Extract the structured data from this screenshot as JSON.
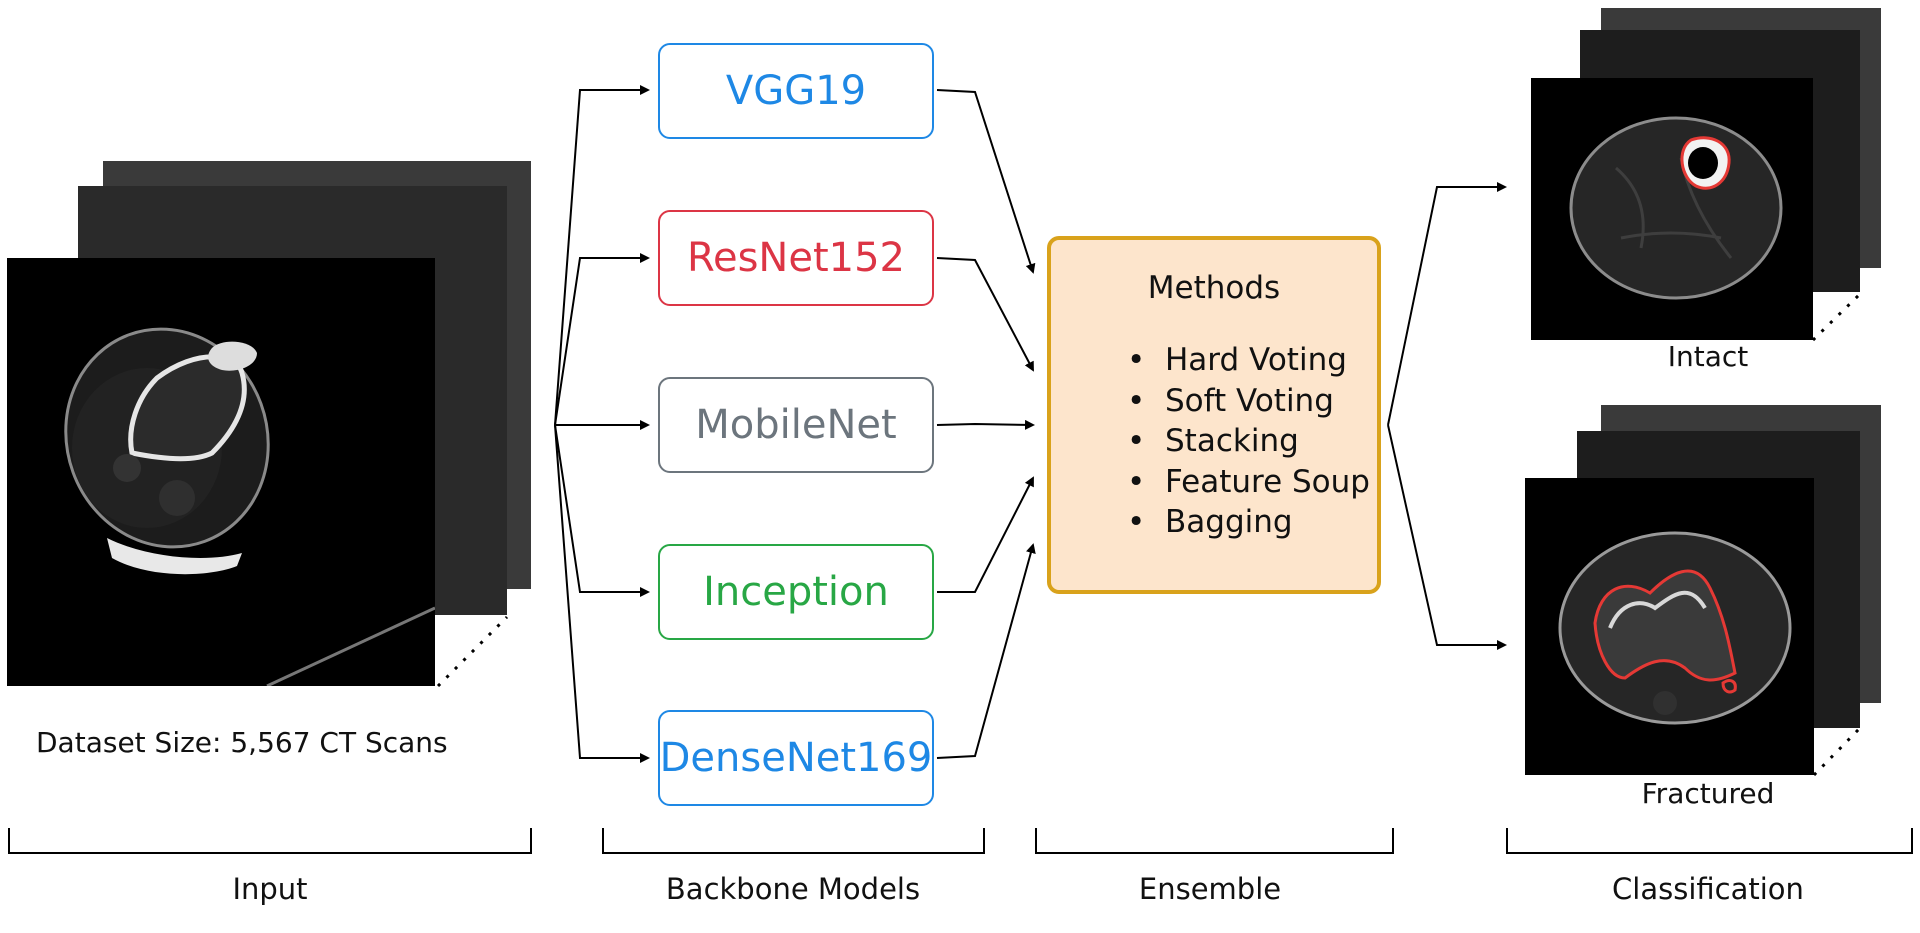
{
  "input": {
    "dataset_label": "Dataset Size: 5,567 CT Scans",
    "section_label": "Input"
  },
  "backbone": {
    "section_label": "Backbone Models",
    "models": [
      {
        "label": "VGG19",
        "color": "#1e88e5"
      },
      {
        "label": "ResNet152",
        "color": "#dc3545"
      },
      {
        "label": "MobileNet",
        "color": "#6c757d"
      },
      {
        "label": "Inception",
        "color": "#28a745"
      },
      {
        "label": "DenseNet169",
        "color": "#1e88e5"
      }
    ]
  },
  "ensemble": {
    "section_label": "Ensemble",
    "title": "Methods",
    "methods": [
      "Hard Voting",
      "Soft Voting",
      "Stacking",
      "Feature Soup",
      "Bagging"
    ],
    "border_color": "#d9a21b",
    "fill_color": "#fde5cc"
  },
  "classification": {
    "section_label": "Classification",
    "classes": [
      {
        "label": "Intact",
        "outline_color": "#e53935"
      },
      {
        "label": "Fractured",
        "outline_color": "#e53935"
      }
    ]
  }
}
